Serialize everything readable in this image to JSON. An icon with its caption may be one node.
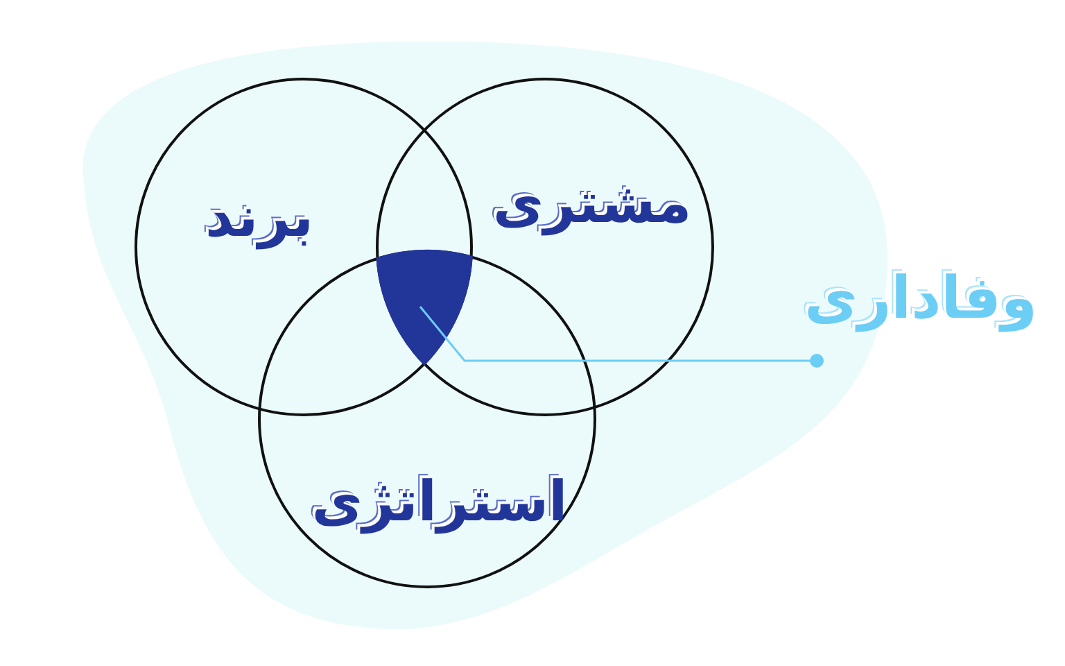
{
  "diagram": {
    "nodes": [
      {
        "text": [
          "برند"
        ]
      },
      {
        "text": [
          "مشتری"
        ]
      },
      {
        "text": [
          "استراتژی"
        ]
      },
      {
        "text": [],
        "shape": "triangle"
      },
      {
        "text": [
          "وفاداری"
        ]
      }
    ],
    "edges": [
      {
        "from": 4,
        "to": 3,
        "arrow": "other"
      }
    ]
  }
}
